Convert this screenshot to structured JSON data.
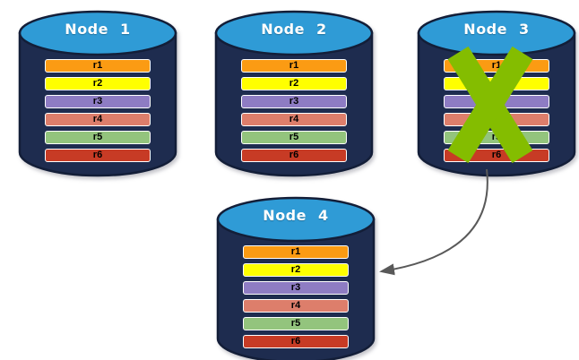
{
  "nodes": [
    {
      "title": "Node 1",
      "crossed_out": false
    },
    {
      "title": "Node 2",
      "crossed_out": false
    },
    {
      "title": "Node 3",
      "crossed_out": true
    },
    {
      "title": "Node 4",
      "crossed_out": false
    }
  ],
  "replica_rows": [
    {
      "label": "r1",
      "color": "#FB9B13"
    },
    {
      "label": "r2",
      "color": "#FFFF00"
    },
    {
      "label": "r3",
      "color": "#8E7CC3"
    },
    {
      "label": "r4",
      "color": "#DD7E6B"
    },
    {
      "label": "r5",
      "color": "#93C47D"
    },
    {
      "label": "r6",
      "color": "#C73B25"
    }
  ],
  "colors": {
    "cylinder_body": "#1E2C4F",
    "cylinder_outline": "#131E38",
    "cylinder_top": "#2F9BD6",
    "failure_x": "#84BD00",
    "arrow": "#595959",
    "bar_border": "#FFFFFF",
    "bar_text": "#000000",
    "title_text": "#FFFFFF",
    "background": "#FFFFFF"
  }
}
